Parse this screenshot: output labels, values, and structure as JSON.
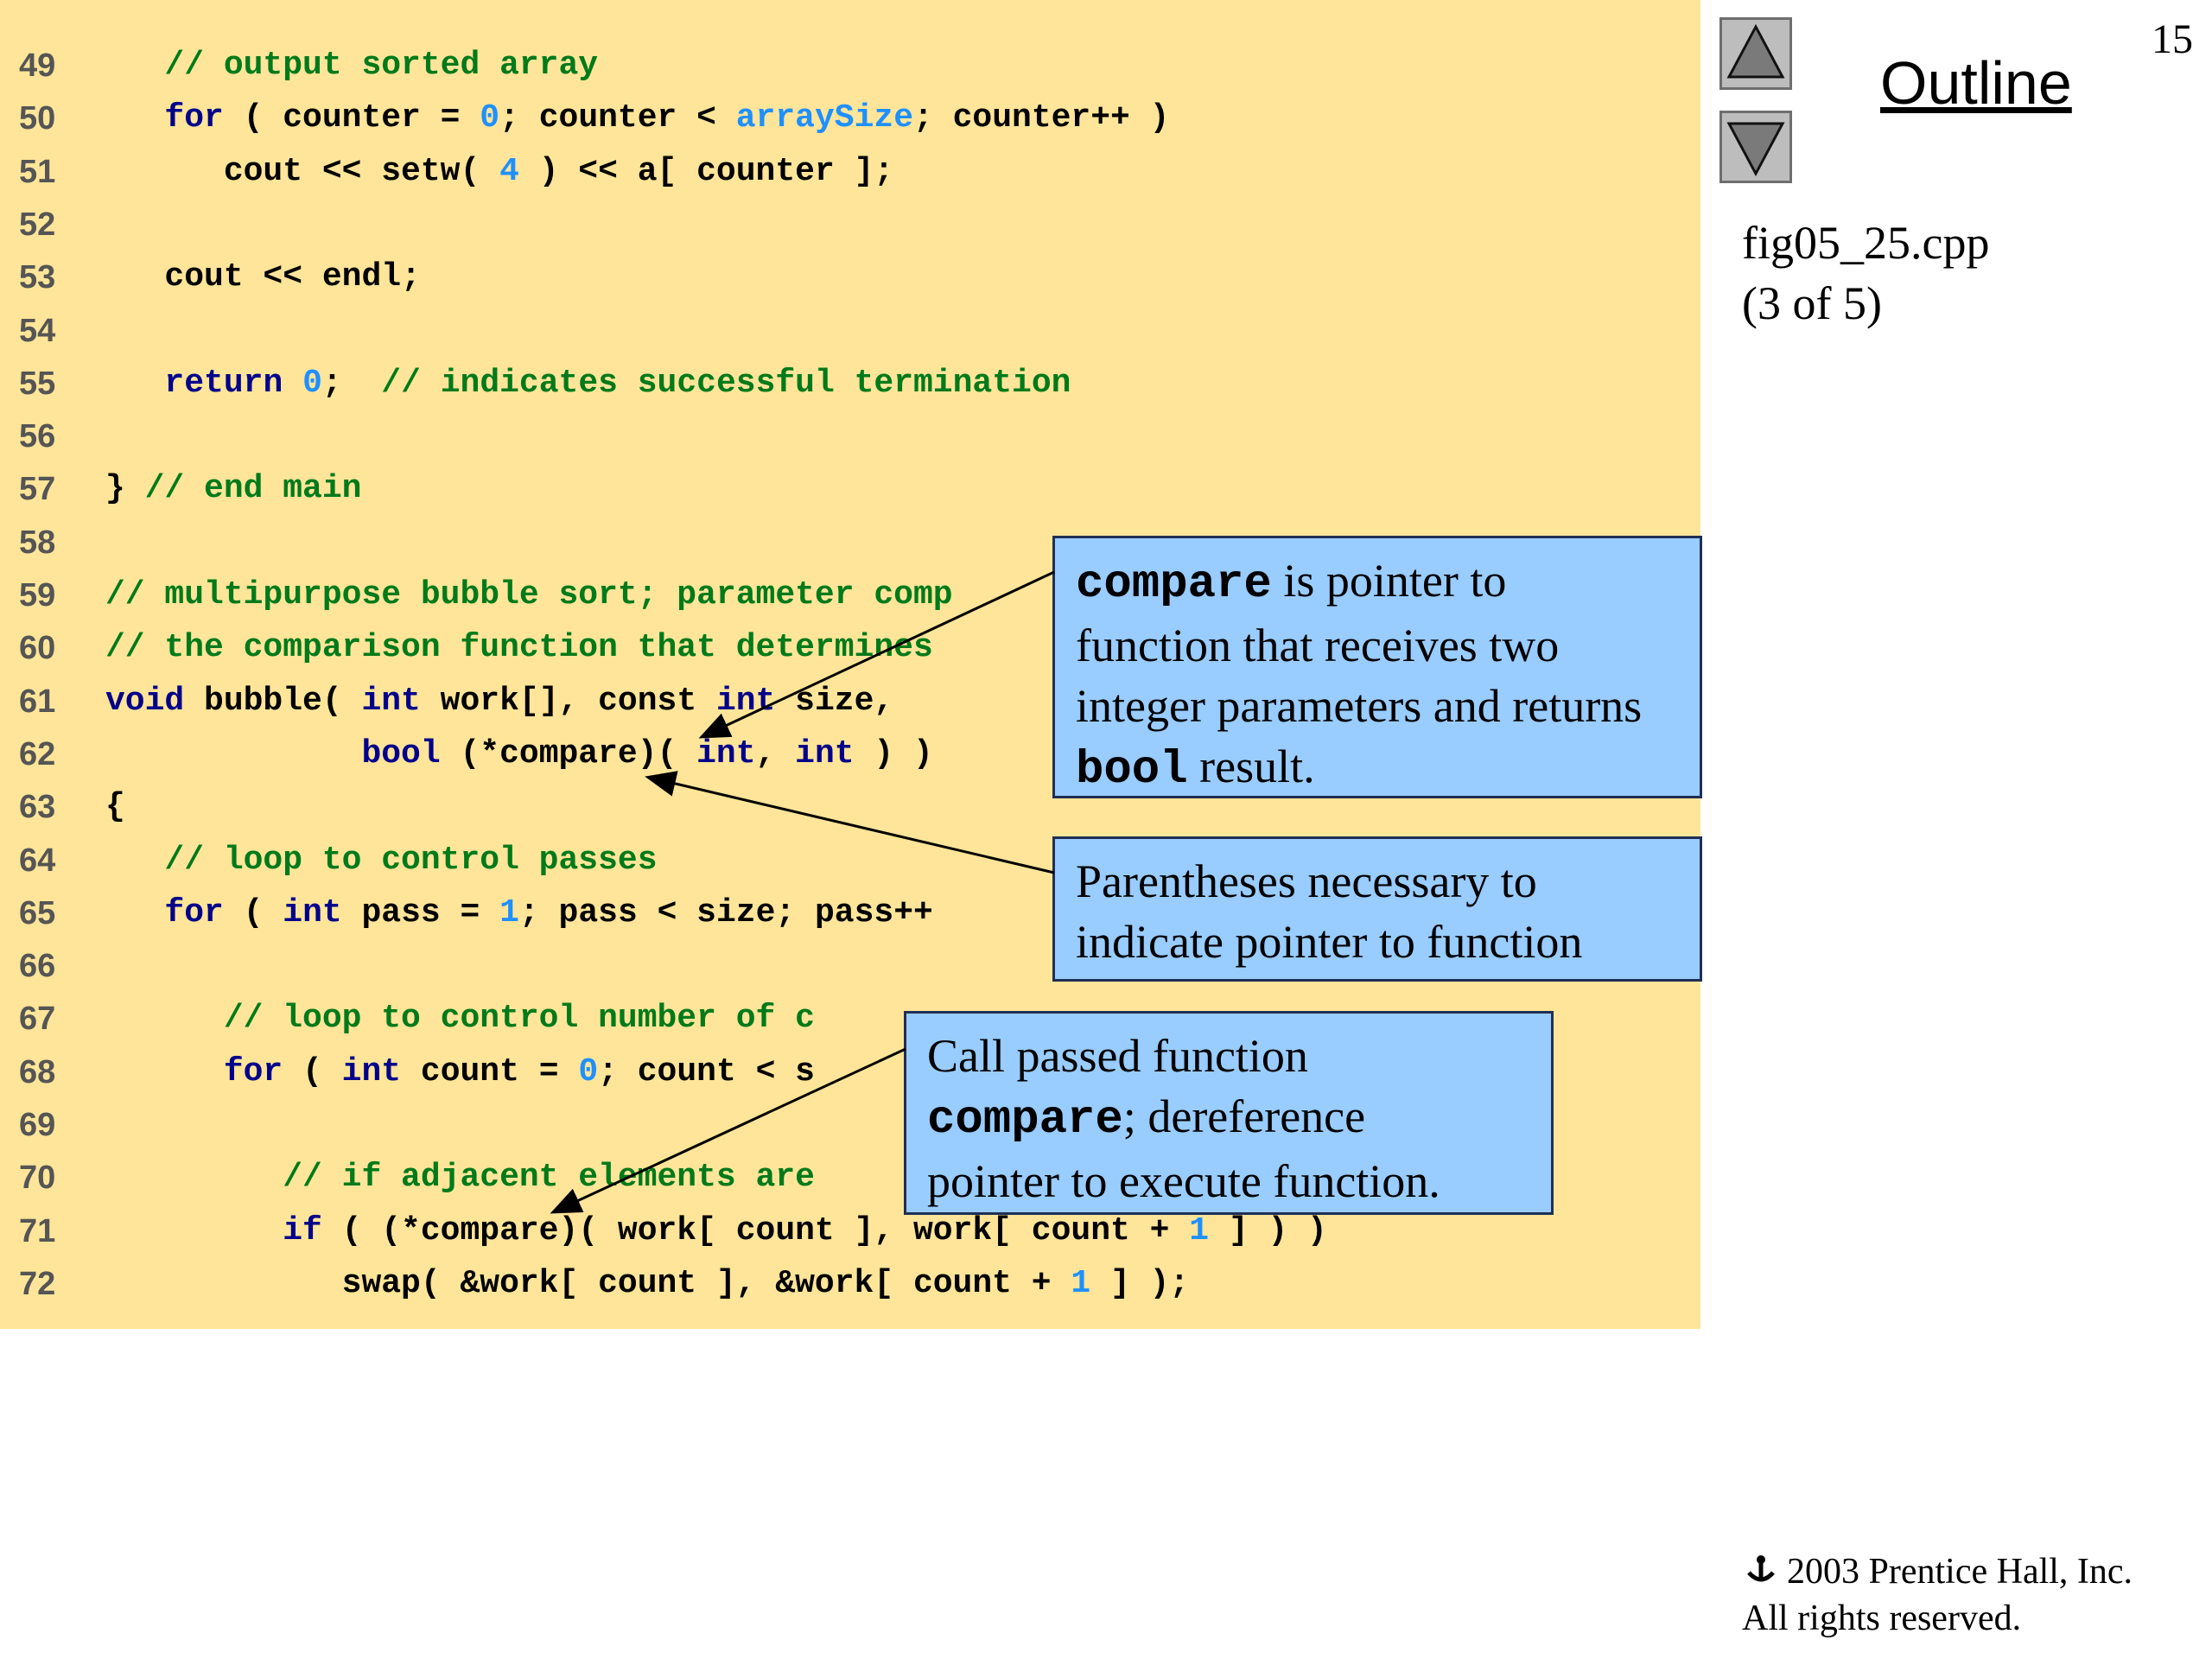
{
  "header": {
    "page_number": "15",
    "outline_title": "Outline",
    "file_name": "fig05_25.cpp",
    "file_part": "(3 of 5)"
  },
  "navigation": {
    "up_icon": "triangle-up-icon",
    "down_icon": "triangle-down-icon"
  },
  "colors": {
    "code_background": "#ffe599",
    "keyword": "#00008b",
    "comment": "#007a1a",
    "literal": "#1e90ff",
    "callout_background": "#99ccff"
  },
  "code": {
    "lines": [
      {
        "num": "49",
        "tokens": [
          {
            "t": "cm",
            "v": "   // output sorted array"
          }
        ]
      },
      {
        "num": "50",
        "tokens": [
          {
            "t": "pl",
            "v": "   "
          },
          {
            "t": "kw",
            "v": "for"
          },
          {
            "t": "pl",
            "v": " ( counter = "
          },
          {
            "t": "num",
            "v": "0"
          },
          {
            "t": "pl",
            "v": "; counter < "
          },
          {
            "t": "id",
            "v": "arraySize"
          },
          {
            "t": "pl",
            "v": "; counter++ )"
          }
        ]
      },
      {
        "num": "51",
        "tokens": [
          {
            "t": "pl",
            "v": "      cout << setw( "
          },
          {
            "t": "num",
            "v": "4"
          },
          {
            "t": "pl",
            "v": " ) << a[ counter ];"
          }
        ]
      },
      {
        "num": "52",
        "tokens": []
      },
      {
        "num": "53",
        "tokens": [
          {
            "t": "pl",
            "v": "   cout << endl;"
          }
        ]
      },
      {
        "num": "54",
        "tokens": []
      },
      {
        "num": "55",
        "tokens": [
          {
            "t": "pl",
            "v": "   "
          },
          {
            "t": "kw",
            "v": "return"
          },
          {
            "t": "pl",
            "v": " "
          },
          {
            "t": "num",
            "v": "0"
          },
          {
            "t": "pl",
            "v": ";  "
          },
          {
            "t": "cm",
            "v": "// indicates successful termination"
          }
        ]
      },
      {
        "num": "56",
        "tokens": []
      },
      {
        "num": "57",
        "tokens": [
          {
            "t": "pl",
            "v": "} "
          },
          {
            "t": "cm",
            "v": "// end main"
          }
        ]
      },
      {
        "num": "58",
        "tokens": []
      },
      {
        "num": "59",
        "tokens": [
          {
            "t": "cm",
            "v": "// multipurpose bubble sort; parameter comp"
          }
        ]
      },
      {
        "num": "60",
        "tokens": [
          {
            "t": "cm",
            "v": "// the comparison function that determines"
          }
        ]
      },
      {
        "num": "61",
        "tokens": [
          {
            "t": "kw",
            "v": "void"
          },
          {
            "t": "pl",
            "v": " bubble( "
          },
          {
            "t": "kw",
            "v": "int"
          },
          {
            "t": "pl",
            "v": " work[], const "
          },
          {
            "t": "kw",
            "v": "int"
          },
          {
            "t": "pl",
            "v": " size,"
          }
        ]
      },
      {
        "num": "62",
        "tokens": [
          {
            "t": "pl",
            "v": "             "
          },
          {
            "t": "kw",
            "v": "bool"
          },
          {
            "t": "pl",
            "v": " (*compare)( "
          },
          {
            "t": "kw",
            "v": "int"
          },
          {
            "t": "pl",
            "v": ", "
          },
          {
            "t": "kw",
            "v": "int"
          },
          {
            "t": "pl",
            "v": " ) )"
          }
        ]
      },
      {
        "num": "63",
        "tokens": [
          {
            "t": "pl",
            "v": "{"
          }
        ]
      },
      {
        "num": "64",
        "tokens": [
          {
            "t": "cm",
            "v": "   // loop to control passes"
          }
        ]
      },
      {
        "num": "65",
        "tokens": [
          {
            "t": "pl",
            "v": "   "
          },
          {
            "t": "kw",
            "v": "for"
          },
          {
            "t": "pl",
            "v": " ( "
          },
          {
            "t": "kw",
            "v": "int"
          },
          {
            "t": "pl",
            "v": " pass = "
          },
          {
            "t": "num",
            "v": "1"
          },
          {
            "t": "pl",
            "v": "; pass < size; pass++"
          }
        ]
      },
      {
        "num": "66",
        "tokens": []
      },
      {
        "num": "67",
        "tokens": [
          {
            "t": "cm",
            "v": "      // loop to control number of c"
          }
        ]
      },
      {
        "num": "68",
        "tokens": [
          {
            "t": "pl",
            "v": "      "
          },
          {
            "t": "kw",
            "v": "for"
          },
          {
            "t": "pl",
            "v": " ( "
          },
          {
            "t": "kw",
            "v": "int"
          },
          {
            "t": "pl",
            "v": " count = "
          },
          {
            "t": "num",
            "v": "0"
          },
          {
            "t": "pl",
            "v": "; count < s"
          }
        ]
      },
      {
        "num": "69",
        "tokens": []
      },
      {
        "num": "70",
        "tokens": [
          {
            "t": "cm",
            "v": "         // if adjacent elements are"
          }
        ]
      },
      {
        "num": "71",
        "tokens": [
          {
            "t": "pl",
            "v": "         "
          },
          {
            "t": "kw",
            "v": "if"
          },
          {
            "t": "pl",
            "v": " ( (*compare)( work[ count ], work[ count + "
          },
          {
            "t": "num",
            "v": "1"
          },
          {
            "t": "pl",
            "v": " ] ) )"
          }
        ]
      },
      {
        "num": "72",
        "tokens": [
          {
            "t": "pl",
            "v": "            swap( &work[ count ], &work[ count + "
          },
          {
            "t": "num",
            "v": "1"
          },
          {
            "t": "pl",
            "v": " ] );"
          }
        ]
      }
    ]
  },
  "callouts": {
    "compare_pointer": {
      "code_word_1": "compare",
      "line_1_rest": " is pointer to",
      "line_2": "function that receives two",
      "line_3": "integer parameters and returns",
      "code_word_2": "bool",
      "line_4_rest": " result."
    },
    "parentheses": {
      "line_1": "Parentheses necessary to",
      "line_2": "indicate pointer to function"
    },
    "call_compare": {
      "line_1": "Call passed function",
      "code_word": "compare",
      "line_2_rest": "; dereference",
      "line_3": "pointer to execute function."
    }
  },
  "footer": {
    "copyright_line_1": "2003 Prentice Hall, Inc.",
    "copyright_line_2": "All rights reserved."
  }
}
